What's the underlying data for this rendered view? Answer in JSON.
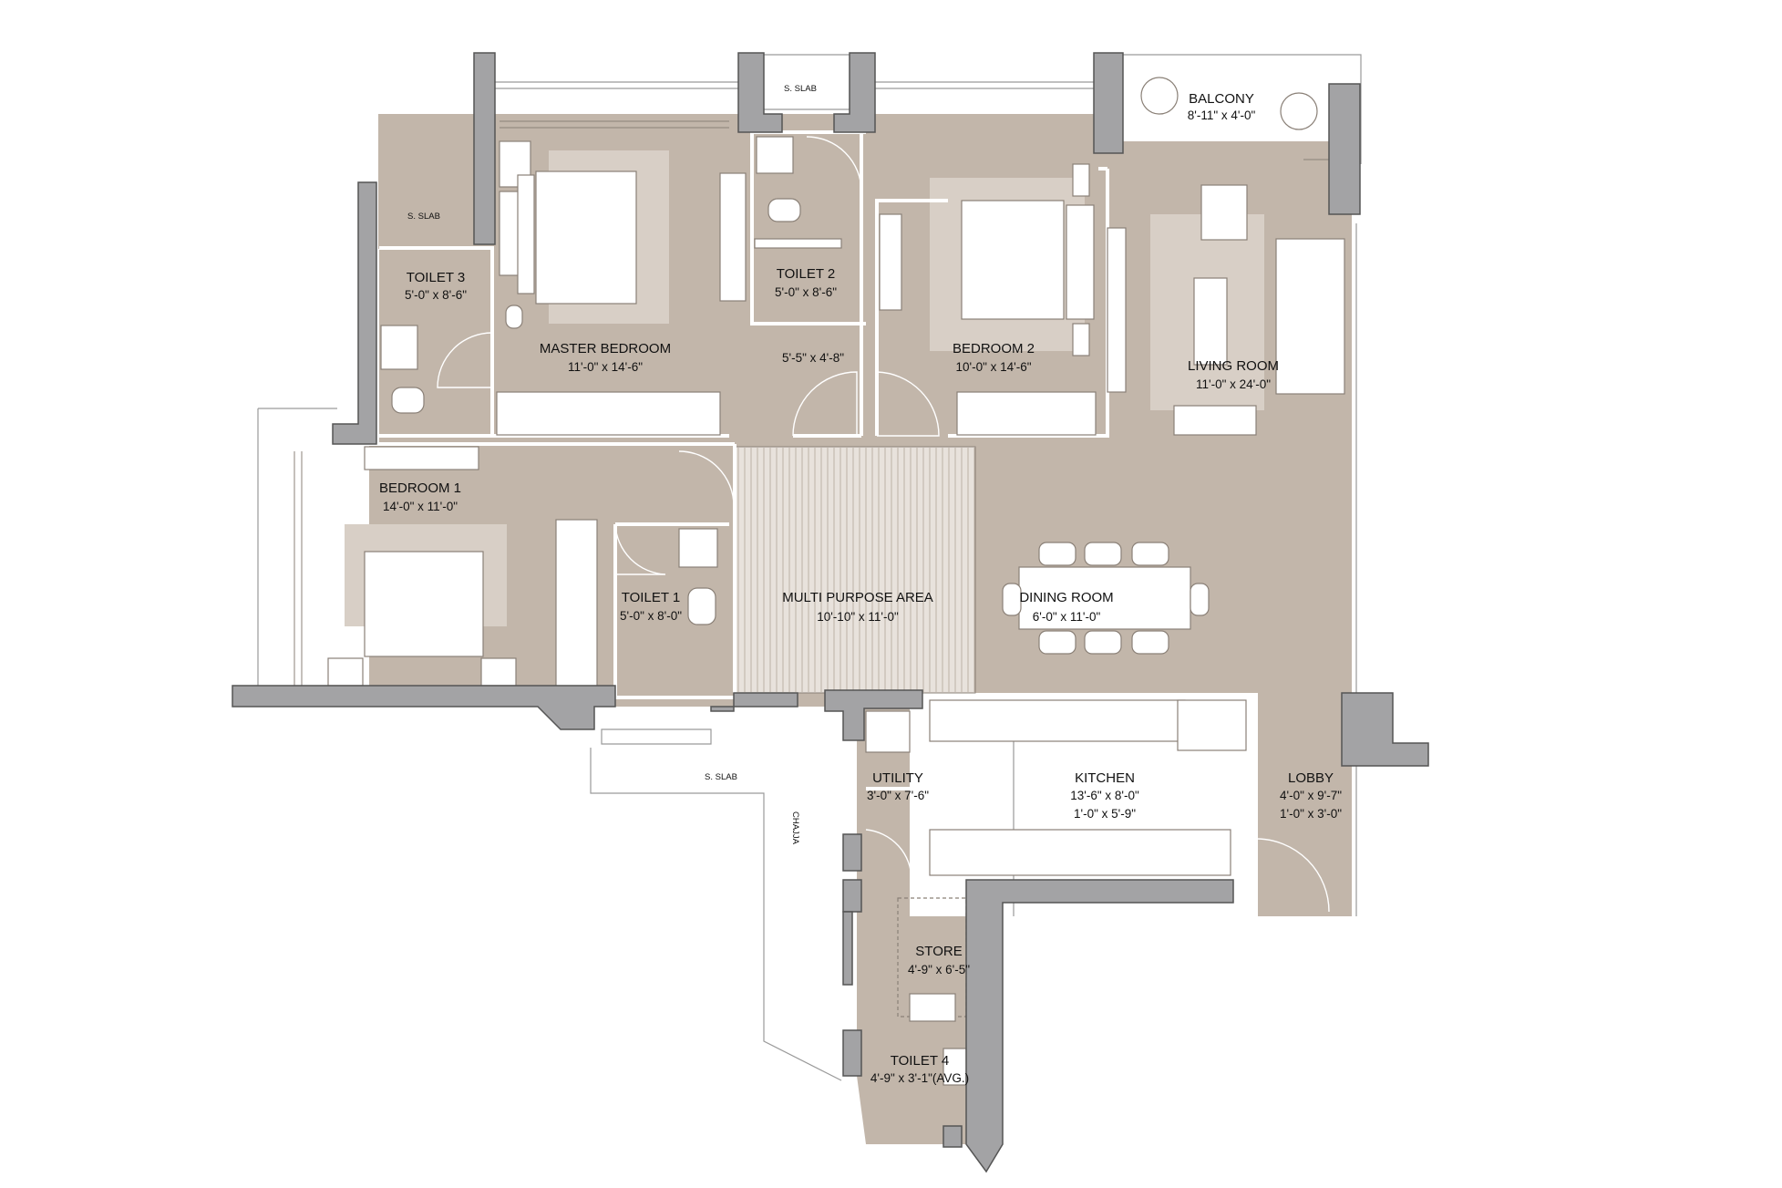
{
  "colors": {
    "floor": "#c2b6aa",
    "wall": "#a3a3a5",
    "wall_stroke": "#555555",
    "rug": "#d8cfc6",
    "furniture": "#ffffff",
    "line": "#777777",
    "text": "#111111"
  },
  "rooms": {
    "balcony": {
      "name": "BALCONY",
      "dim": "8'-11\" x 4'-0\""
    },
    "toilet3": {
      "name": "TOILET 3",
      "dim": "5'-0\" x 8'-6\""
    },
    "toilet2": {
      "name": "TOILET 2",
      "dim": "5'-0\" x 8'-6\""
    },
    "master": {
      "name": "MASTER BEDROOM",
      "dim": "11'-0\" x 14'-6\""
    },
    "dress": {
      "dim": "5'-5\" x 4'-8\""
    },
    "bedroom2": {
      "name": "BEDROOM 2",
      "dim": "10'-0\" x 14'-6\""
    },
    "living": {
      "name": "LIVING ROOM",
      "dim": "11'-0\" x 24'-0\""
    },
    "bedroom1": {
      "name": "BEDROOM 1",
      "dim": "14'-0\" x 11'-0\""
    },
    "toilet1": {
      "name": "TOILET 1",
      "dim": "5'-0\" x 8'-0\""
    },
    "multi": {
      "name": "MULTI PURPOSE AREA",
      "dim": "10'-10\" x 11'-0\""
    },
    "dining": {
      "name": "DINING ROOM",
      "dim": "6'-0\" x 11'-0\""
    },
    "utility": {
      "name": "UTILITY",
      "dim": "3'-0\" x 7'-6\""
    },
    "kitchen": {
      "name": "KITCHEN",
      "dim1": "13'-6\" x 8'-0\"",
      "dim2": "1'-0\" x 5'-9\""
    },
    "lobby": {
      "name": "LOBBY",
      "dim1": "4'-0\" x 9'-7\"",
      "dim2": "1'-0\" x 3'-0\""
    },
    "store": {
      "name": "STORE",
      "dim": "4'-9\" x 6'-5\""
    },
    "toilet4": {
      "name": "TOILET 4",
      "dim": "4'-9\" x 3'-1\"(AVG.)"
    }
  },
  "annotations": {
    "s_slab": "S. SLAB",
    "chajja": "CHAJJA"
  }
}
